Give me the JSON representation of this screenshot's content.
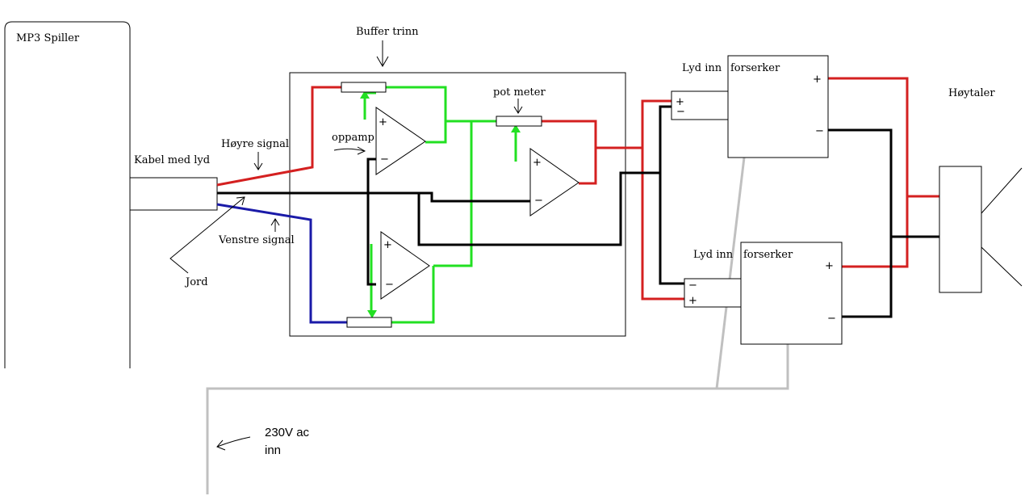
{
  "labels": {
    "mp3_player": "MP3 Spiller",
    "buffer_stage": "Buffer trinn",
    "pot_meter": "pot meter",
    "opamp": "oppamp",
    "right_signal": "Høyre signal",
    "cable": "Kabel med lyd",
    "left_signal": "Venstre signal",
    "ground": "Jord",
    "audio_in_top": "Lyd inn",
    "amplifier_top": "forserker",
    "audio_in_bottom": "Lyd inn",
    "amplifier_bottom": "forserker",
    "speaker": "Høytaler",
    "mains_line1": "230V ac",
    "mains_line2": "inn"
  },
  "symbols": {
    "plus": "+",
    "minus": "−"
  },
  "colors": {
    "right_channel": "#d42020",
    "left_channel": "#1a1aa8",
    "ground": "#000000",
    "feedback": "#22e022",
    "mains": "#c0c0c0"
  }
}
